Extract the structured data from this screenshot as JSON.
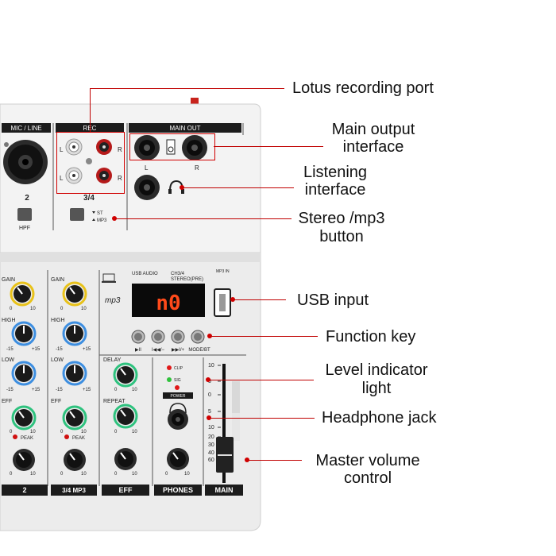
{
  "callouts": {
    "lotus": "Lotus recording port",
    "main_output_1": "Main output",
    "main_output_2": "interface",
    "listening_1": "Listening",
    "listening_2": "interface",
    "stereo_1": "Stereo /mp3",
    "stereo_2": "button",
    "usb": "USB input",
    "function": "Function key",
    "level_1": "Level indicator",
    "level_2": "light",
    "headphone": "Headphone jack",
    "master_1": "Master volume",
    "master_2": "control"
  },
  "panel": {
    "mic_line": "MIC / LINE",
    "rec": "REC",
    "main_out": "MAIN OUT",
    "ch2": "2",
    "ch34": "3/4",
    "hpf": "HPF",
    "l": "L",
    "r": "R",
    "st": "ST",
    "mp3": "MP3",
    "usb_audio": "USB AUDIO",
    "ch34_small": "CH3/4",
    "stereo_pre": "STEREO(PRE)",
    "mp3_in": "MP3 IN",
    "mp3_logo": "mp3",
    "display": "n0",
    "mode_bt": "MODE/BT",
    "gain": "GAIN",
    "high": "HIGH",
    "low": "LOW",
    "eff": "EFF",
    "delay": "DELAY",
    "repeat": "REPEAT",
    "peak": "PEAK",
    "clip": "CLIP",
    "sig": "SIG",
    "power": "POWER",
    "scale_0": "0",
    "scale_10": "10",
    "scale_m15": "-15",
    "scale_p15": "+15",
    "bottom_2": "2",
    "bottom_34": "3/4 MP3",
    "bottom_eff": "EFF",
    "bottom_phones": "PHONES",
    "bottom_main": "MAIN",
    "fader_scale": [
      "10",
      "5",
      "0",
      "5",
      "10",
      "20",
      "30",
      "40",
      "60"
    ]
  },
  "colors": {
    "accent": "#c00000",
    "knob_yellow": "#e8c21a",
    "knob_blue": "#3d8ee0",
    "knob_green": "#2ec27e",
    "display_digits": "#ff4a1a"
  }
}
